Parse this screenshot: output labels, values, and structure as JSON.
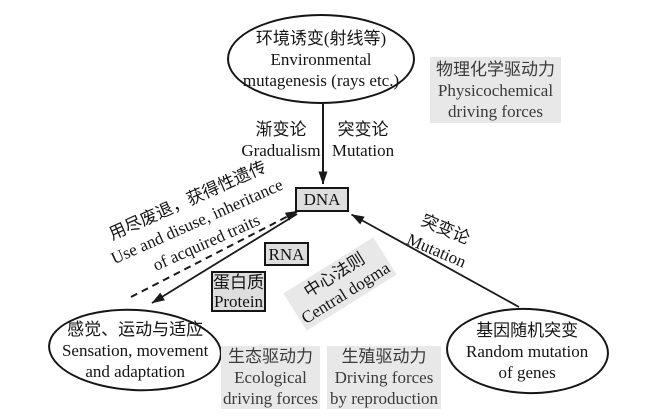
{
  "nodes": {
    "environment": {
      "line1": "环境诱变(射线等)",
      "line2": "Environmental",
      "line3": "mutagenesis (rays etc.)"
    },
    "dna": {
      "label": "DNA"
    },
    "rna": {
      "label": "RNA"
    },
    "protein": {
      "line1": "蛋白质",
      "line2": "Protein"
    },
    "sensation": {
      "line1": "感觉、运动与适应",
      "line2": "Sensation, movement",
      "line3": "and adaptation"
    },
    "random_mutation": {
      "line1": "基因随机突变",
      "line2": "Random mutation",
      "line3": "of genes"
    }
  },
  "edge_labels": {
    "gradualism": {
      "cn": "渐变论",
      "en": "Gradualism"
    },
    "mutation_top": {
      "cn": "突变论",
      "en": "Mutation"
    },
    "use_and_disuse": {
      "line1": "用尽废退，获得性遗传",
      "line2": "Use and disuse, inheritance",
      "line3": "of acquired traits"
    },
    "mutation_right": {
      "cn": "突变论",
      "en": "Mutation"
    },
    "central_dogma": {
      "cn": "中心法则",
      "en": "Central dogma"
    }
  },
  "notes": {
    "physicochemical": {
      "line1": "物理化学驱动力",
      "line2": "Physicochemical",
      "line3": "driving forces"
    },
    "ecological": {
      "line1": "生态驱动力",
      "line2": "Ecological",
      "line3": "driving forces"
    },
    "reproduction": {
      "line1": "生殖驱动力",
      "line2": "Driving forces",
      "line3": "by reproduction"
    }
  },
  "colors": {
    "line": "#1a1a1a",
    "node_fill": "#dedede",
    "note_bg": "#e8e8e8",
    "note_text": "#3a3a3a"
  }
}
